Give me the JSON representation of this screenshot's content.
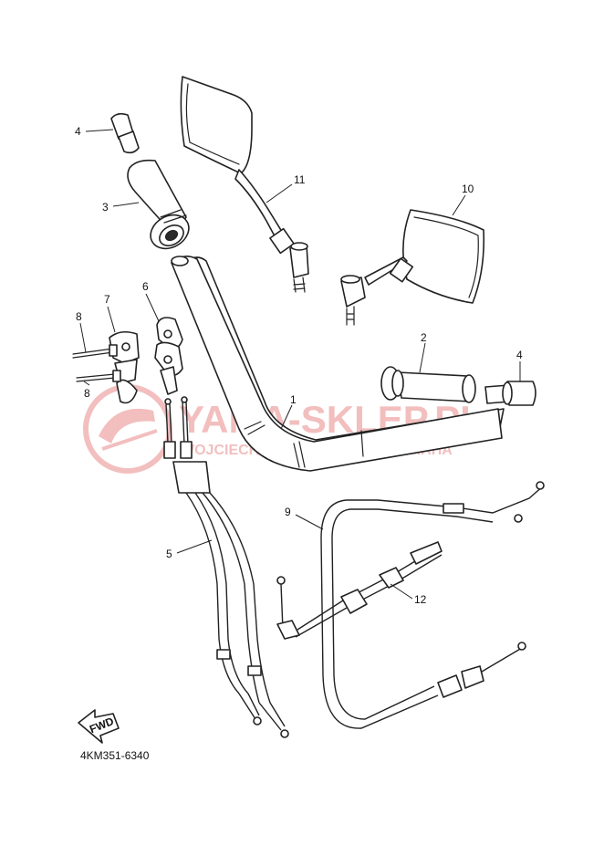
{
  "watermark": {
    "title": "YAMA-SKLEP.PL",
    "subtitle": "WOJCIECH WOJCIK DEALER YAMAHA",
    "color": "#e88a8a"
  },
  "fwd_label": "FWD",
  "diagram_code": "4KM351-6340",
  "part_labels": {
    "p1": "1",
    "p2": "2",
    "p3": "3",
    "p4_left": "4",
    "p4_right": "4",
    "p5": "5",
    "p6": "6",
    "p7": "7",
    "p8_top": "8",
    "p8_bottom": "8",
    "p9": "9",
    "p10": "10",
    "p11": "11",
    "p12": "12"
  }
}
